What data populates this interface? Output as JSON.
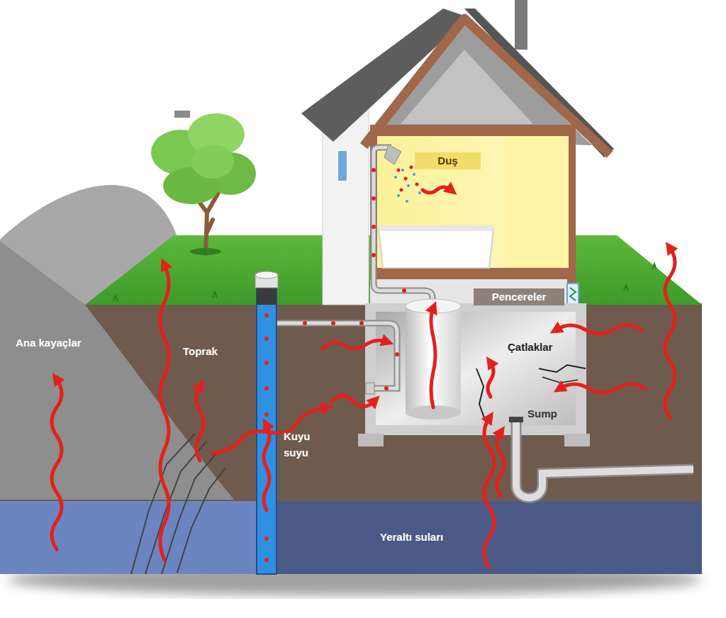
{
  "diagram": {
    "nodes": [
      {
        "text": [
          "Duş"
        ]
      },
      {
        "text": [
          "Pencereler"
        ]
      }
    ],
    "labels": [
      "Ana kayaçlar",
      "Toprak",
      "Kuyu suyu",
      "Çatlaklar",
      "Sump",
      "Yeraltı suları"
    ]
  }
}
